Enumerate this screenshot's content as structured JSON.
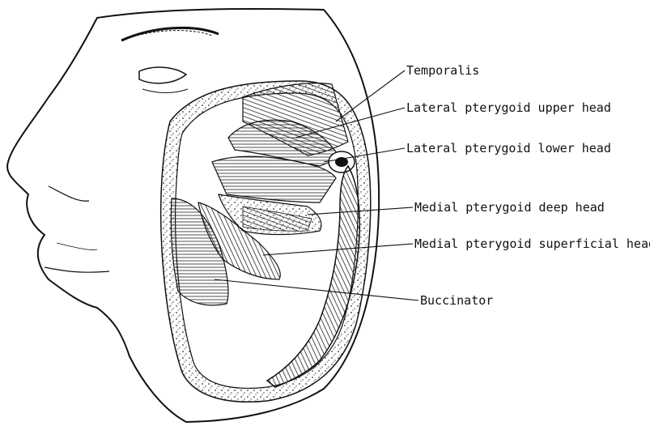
{
  "labels": {
    "temporalis": "Temporalis",
    "lateral_pterygoid_upper": "Lateral pterygoid upper head",
    "lateral_pterygoid_lower": "Lateral pterygoid lower head",
    "medial_pterygoid_deep": "Medial pterygoid deep head",
    "medial_pterygoid_superficial": "Medial pterygoid superficial head",
    "buccinator": "Buccinator"
  },
  "colors": {
    "ink": "#111111",
    "background": "#ffffff"
  }
}
